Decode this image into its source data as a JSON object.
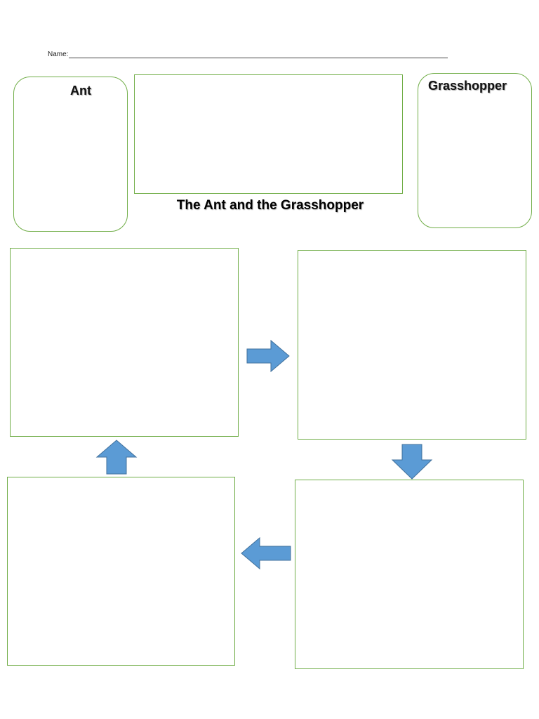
{
  "header": {
    "name_label": "Name:"
  },
  "worksheet": {
    "title": "The Ant and the Grasshopper",
    "characters": {
      "left_label": "Ant",
      "right_label": "Grasshopper"
    },
    "colors": {
      "border": "#70ad47",
      "arrow_fill": "#5b9bd5",
      "arrow_stroke": "#41719c"
    },
    "icons": {
      "right": "arrow-right-icon",
      "down": "arrow-down-icon",
      "left": "arrow-left-icon",
      "up": "arrow-up-icon"
    }
  }
}
